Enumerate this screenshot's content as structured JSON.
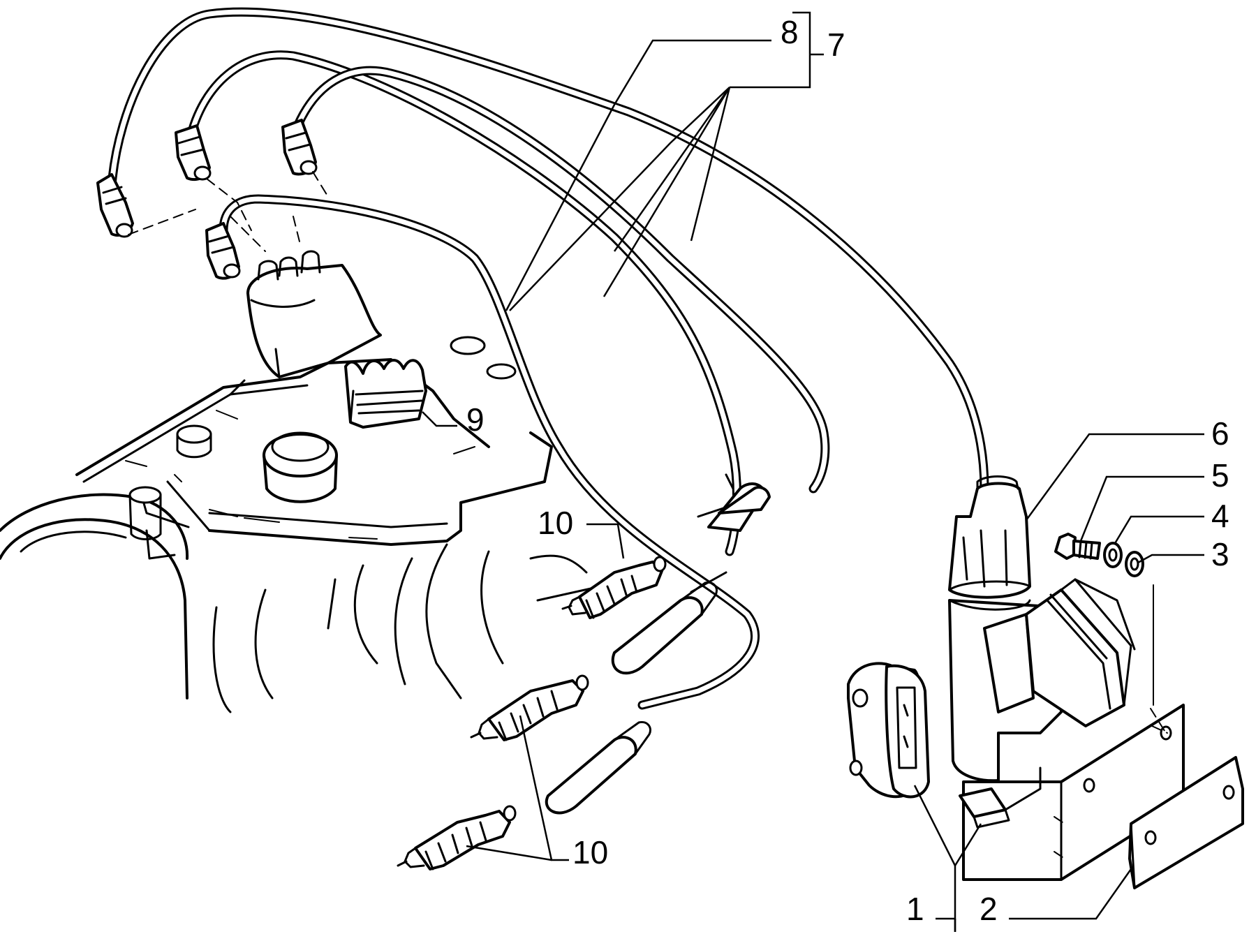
{
  "callouts": {
    "c1": "1",
    "c2": "2",
    "c3": "3",
    "c4": "4",
    "c5": "5",
    "c6": "6",
    "c7": "7",
    "c8": "8",
    "c9": "9",
    "c10a": "10",
    "c10b": "10"
  },
  "components": [
    "ignition-coil",
    "mounting-bracket",
    "washer",
    "spring-washer",
    "bolt",
    "coil-boot",
    "ignition-lead-set",
    "ignition-lead",
    "cable-clip",
    "spark-plug"
  ],
  "colors": {
    "ink": "#000000",
    "paper": "#ffffff"
  }
}
